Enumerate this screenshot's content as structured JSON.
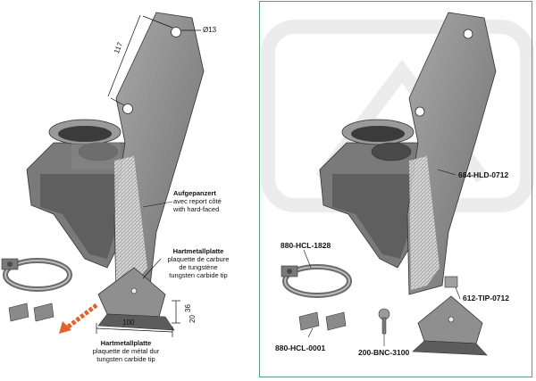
{
  "left": {
    "hole_diameter": "Ø13",
    "hole_spacing": "117",
    "hardfaced": {
      "title": "Aufgepanzert",
      "fr": "avec report côté",
      "en": "with hard-faced"
    },
    "carbide_plate": {
      "title": "Hartmetallplatte",
      "fr1": "plaquette de carbure",
      "fr2": "de tungstène",
      "en": "tungsten carbide tip"
    },
    "tip_plate": {
      "title": "Hartmetallplatte",
      "fr": "plaquette de métal dur",
      "en": "tungsten carbide tip"
    },
    "dim_width": "100",
    "dim_height": "36",
    "dim_depth": "20"
  },
  "right": {
    "parts": {
      "holder": "684-HLD-0712",
      "clamp": "880-HCL-1828",
      "clip": "880-HCL-0001",
      "tip": "612-TIP-0712",
      "bolt": "200-BNC-3100"
    }
  },
  "colors": {
    "frame": "#5a9e78",
    "arrow": "#e0642a",
    "metal": "#8d8d8d"
  }
}
